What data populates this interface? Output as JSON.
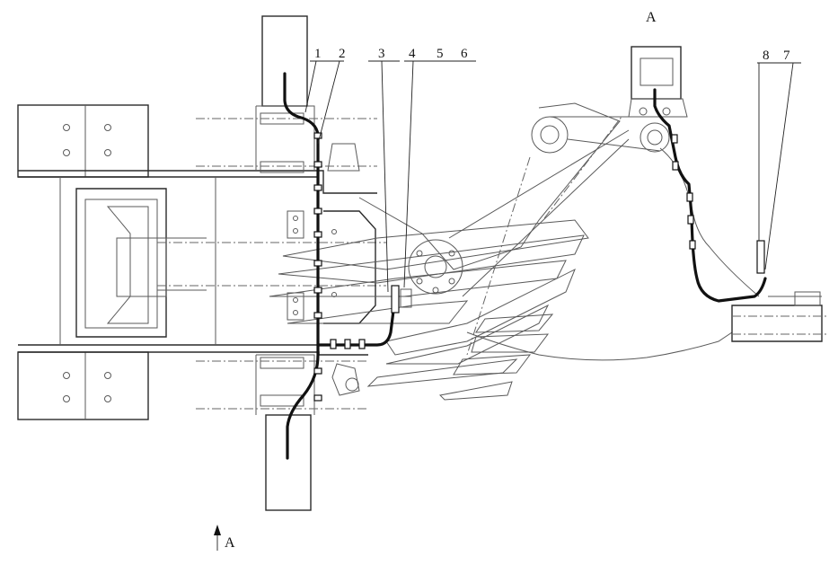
{
  "callouts": {
    "c1": "1",
    "c2": "2",
    "c3": "3",
    "c4": "4",
    "c5": "5",
    "c6": "6",
    "c7": "7",
    "c8": "8"
  },
  "view_label_top": "A",
  "view_arrow_label": "A"
}
